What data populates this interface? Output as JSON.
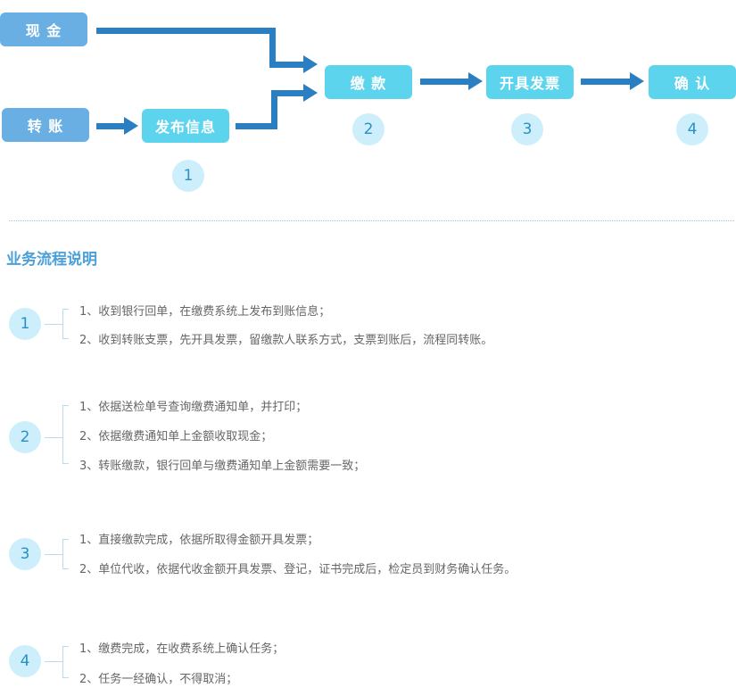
{
  "flow": {
    "cash": "现 金",
    "transfer": "转 账",
    "publish": "发布信息",
    "payment": "缴 款",
    "invoice": "开具发票",
    "confirm": "确 认",
    "publish_num": "1",
    "payment_num": "2",
    "invoice_num": "3",
    "confirm_num": "4"
  },
  "section_title": "业务流程说明",
  "steps": [
    {
      "num": "1",
      "items": [
        "1、收到银行回单，在缴费系统上发布到账信息；",
        "2、收到转账支票，先开具发票，留缴款人联系方式，支票到账后，流程同转账。"
      ]
    },
    {
      "num": "2",
      "items": [
        "1、依据送检单号查询缴费通知单，并打印；",
        "2、依据缴费通知单上金额收取现金；",
        "3、转账缴款，银行回单与缴费通知单上金额需要一致；"
      ]
    },
    {
      "num": "3",
      "items": [
        "1、直接缴款完成，依据所取得金额开具发票；",
        "2、单位代收，依据代收金额开具发票、登记，证书完成后，检定员到财务确认任务。"
      ]
    },
    {
      "num": "4",
      "items": [
        "1、缴费完成，在收费系统上确认任务；",
        "2、任务一经确认，不得取消；"
      ]
    }
  ]
}
